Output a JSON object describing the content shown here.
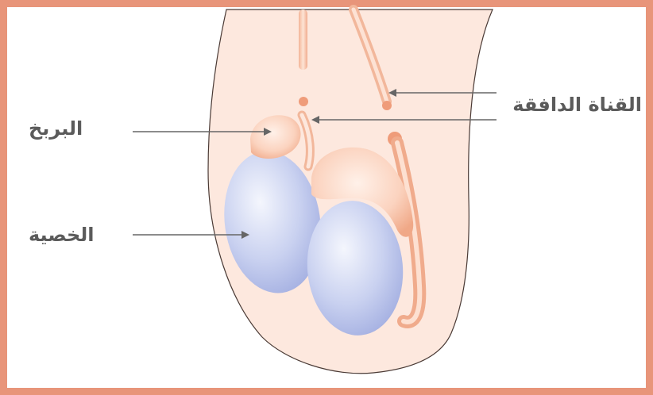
{
  "colors": {
    "frame": "#e8957a",
    "skin": "#fde8de",
    "tube": "#f6c6ad",
    "testis": "#c3cbee",
    "leader": "#666666",
    "text": "#5b5b5b"
  },
  "labels": {
    "vas_deferens": "القناة الدافقة",
    "epididymis": "البربخ",
    "testis": "الخصية"
  }
}
